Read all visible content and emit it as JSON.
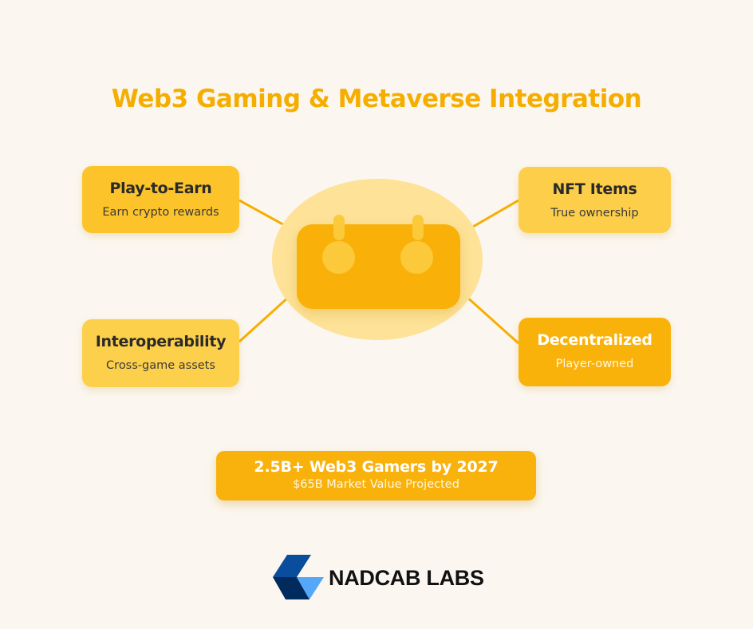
{
  "title": "Web3 Gaming & Metaverse Integration",
  "colors": {
    "background": "#FBF7F0",
    "accent": "#F5AE00",
    "card_primary": "#FCC42A",
    "card_light": "#FDCE4A",
    "card_dark": "#F9B20A",
    "hub_glow": "#FDE297",
    "connector": "#F7AE00",
    "logo_dark_blue": "#012B5C",
    "logo_blue": "#0A4D9C",
    "logo_light_blue": "#55A8F7"
  },
  "hub": {
    "icon": "game-controller-icon"
  },
  "features": [
    {
      "id": "play-to-earn",
      "title": "Play-to-Earn",
      "subtitle": "Earn crypto rewards"
    },
    {
      "id": "nft-items",
      "title": "NFT Items",
      "subtitle": "True ownership"
    },
    {
      "id": "interoperability",
      "title": "Interoperability",
      "subtitle": "Cross-game assets"
    },
    {
      "id": "decentralized",
      "title": "Decentralized",
      "subtitle": "Player-owned"
    }
  ],
  "stat": {
    "headline": "2.5B+ Web3 Gamers by 2027",
    "subline": "$65B Market Value Projected"
  },
  "brand": {
    "name": "NADCAB LABS",
    "logo_icon": "nadcab-logo-icon"
  }
}
